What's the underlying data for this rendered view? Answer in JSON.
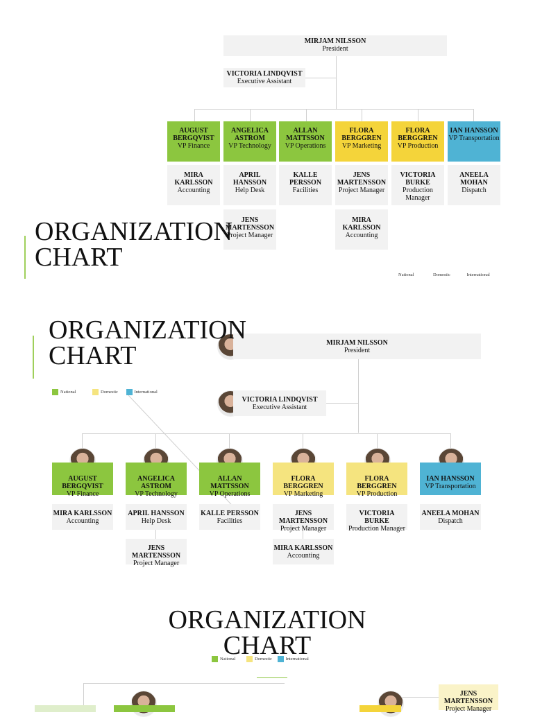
{
  "chart1": {
    "president": {
      "name": "MIRJAM NILSSON",
      "role": "President"
    },
    "assistant": {
      "name": "VICTORIA LINDQVIST",
      "role": "Executive Assistant"
    },
    "vps": [
      {
        "name": "AUGUST BERGQVIST",
        "role": "VP Finance",
        "color": "#8cc63f"
      },
      {
        "name": "ANGELICA ASTROM",
        "role": "VP Technology",
        "color": "#8cc63f"
      },
      {
        "name": "ALLAN MATTSSON",
        "role": "VP Operations",
        "color": "#8cc63f"
      },
      {
        "name": "FLORA BERGGREN",
        "role": "VP Marketing",
        "color": "#f4d43a"
      },
      {
        "name": "FLORA BERGGREN",
        "role": "VP Production",
        "color": "#f4d43a"
      },
      {
        "name": "IAN HANSSON",
        "role": "VP Transportation",
        "color": "#4fb3d4"
      }
    ],
    "staff": [
      {
        "name": "MIRA KARLSSON",
        "role": "Accounting"
      },
      {
        "name": "APRIL HANSSON",
        "role": "Help Desk"
      },
      {
        "name": "KALLE PERSSON",
        "role": "Facilities"
      },
      {
        "name": "JENS MARTENSSON",
        "role": "Project Manager"
      },
      {
        "name": "VICTORIA BURKE",
        "role": "Production Manager"
      },
      {
        "name": "ANEELA MOHAN",
        "role": "Dispatch"
      }
    ],
    "staff2": [
      {
        "name": "JENS MARTENSSON",
        "role": "Project Manager"
      },
      {
        "name": "MIRA KARLSSON",
        "role": "Accounting"
      }
    ],
    "title": "ORGANIZATION CHART",
    "legend": [
      "National",
      "Domestic",
      "International"
    ]
  },
  "chart2": {
    "title": "ORGANIZATION CHART",
    "president": {
      "name": "MIRJAM NILSSON",
      "role": "President"
    },
    "assistant": {
      "name": "VICTORIA LINDQVIST",
      "role": "Executive Assistant"
    },
    "legend": [
      "National",
      "Domestic",
      "International"
    ],
    "vps": [
      {
        "name": "AUGUST BERGQVIST",
        "role": "VP Finance"
      },
      {
        "name": "ANGELICA ASTROM",
        "role": "VP Technology"
      },
      {
        "name": "ALLAN MATTSSON",
        "role": "VP Operations"
      },
      {
        "name": "FLORA BERGGREN",
        "role": "VP Marketing"
      },
      {
        "name": "FLORA BERGGREN",
        "role": "VP Production"
      },
      {
        "name": "IAN HANSSON",
        "role": "VP Transportation"
      }
    ],
    "staff": [
      {
        "name": "MIRA KARLSSON",
        "role": "Accounting"
      },
      {
        "name": "APRIL HANSSON",
        "role": "Help Desk"
      },
      {
        "name": "KALLE PERSSON",
        "role": "Facilities"
      },
      {
        "name": "JENS MARTENSSON",
        "role": "Project Manager"
      },
      {
        "name": "VICTORIA BURKE",
        "role": "Production Manager"
      },
      {
        "name": "ANEELA MOHAN",
        "role": "Dispatch"
      }
    ],
    "staff2": [
      {
        "name": "JENS MARTENSSON",
        "role": "Project Manager"
      },
      {
        "name": "MIRA KARLSSON",
        "role": "Accounting"
      }
    ]
  },
  "chart3": {
    "title": "ORGANIZATION CHART",
    "legend": [
      "National",
      "Domestic",
      "International"
    ],
    "partial": {
      "name": "JENS MARTENSSON",
      "role": "Project Manager"
    }
  },
  "colors": {
    "national": "#8cc63f",
    "domestic": "#f4d43a",
    "international": "#4fb3d4"
  }
}
